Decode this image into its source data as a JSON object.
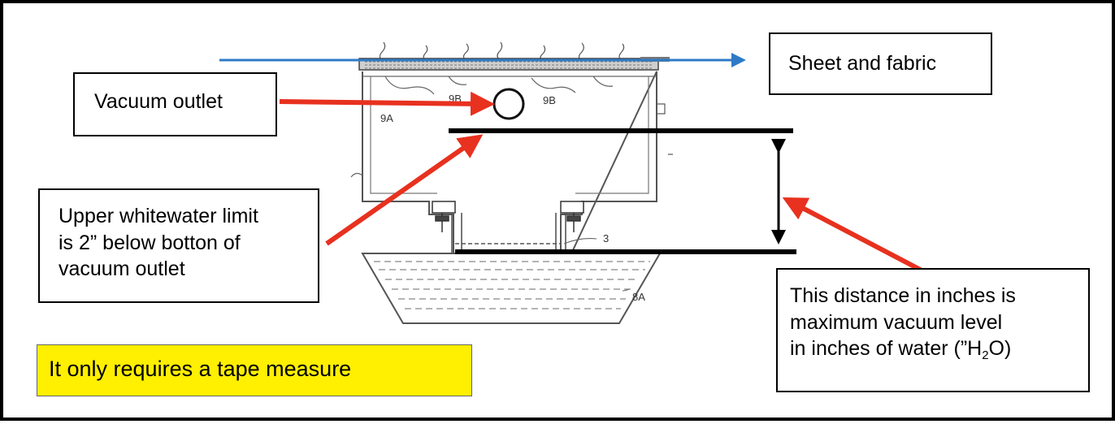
{
  "callouts": {
    "vacuum_outlet": "Vacuum outlet",
    "sheet_fabric": "Sheet and fabric",
    "upper_limit": {
      "line1": "Upper whitewater limit",
      "line2": "is 2” below botton of",
      "line3": "vacuum outlet"
    },
    "distance": {
      "line1": "This distance in inches is",
      "line2": "maximum vacuum level",
      "line3_pre": "in inches of water (”H",
      "line3_sub": "2",
      "line3_post": "O)"
    },
    "tape_measure": "It only requires a tape measure"
  },
  "drawing_labels": {
    "label_9a_top": "9A",
    "label_9b_left": "9B",
    "label_9b_right": "9B",
    "label_3": "3",
    "label_8a": "8A"
  },
  "colors": {
    "callout_arrow": "#e8311f",
    "sheet_arrow": "#2e7bc7",
    "highlight": "#ffef00",
    "drawing_line": "#555555"
  }
}
